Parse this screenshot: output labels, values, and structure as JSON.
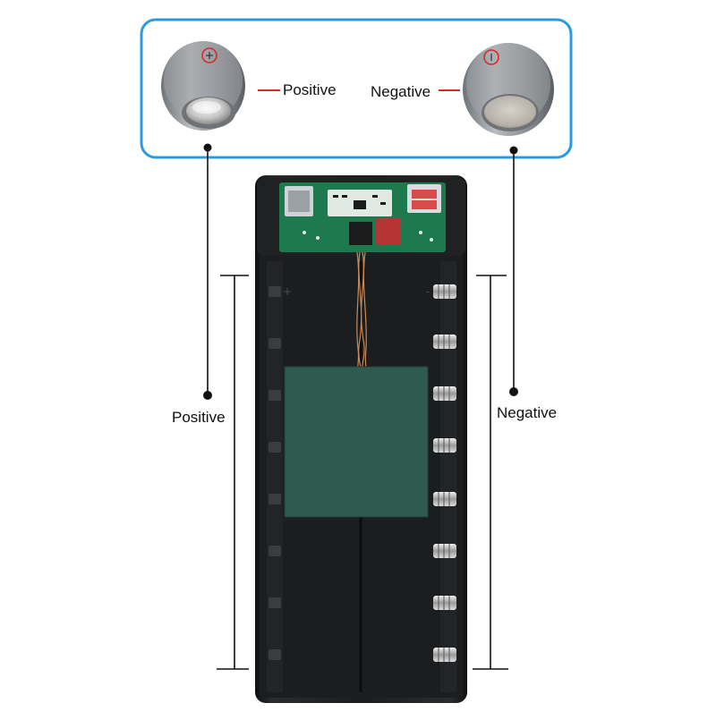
{
  "callout": {
    "positive_label": "Positive",
    "negative_label": "Negative"
  },
  "sides": {
    "positive_label": "Positive",
    "negative_label": "Negative"
  },
  "icons": {
    "plus_mark": "+",
    "minus_mark": "-"
  },
  "colors": {
    "callout_border": "#2b9be0",
    "leader_line": "#111111",
    "red_mark": "#d92a2a",
    "case_body": "#161819",
    "pcb": "#1d7a4f",
    "insulation_pad": "#2e5a4f",
    "spring": "#c9c9c9"
  }
}
